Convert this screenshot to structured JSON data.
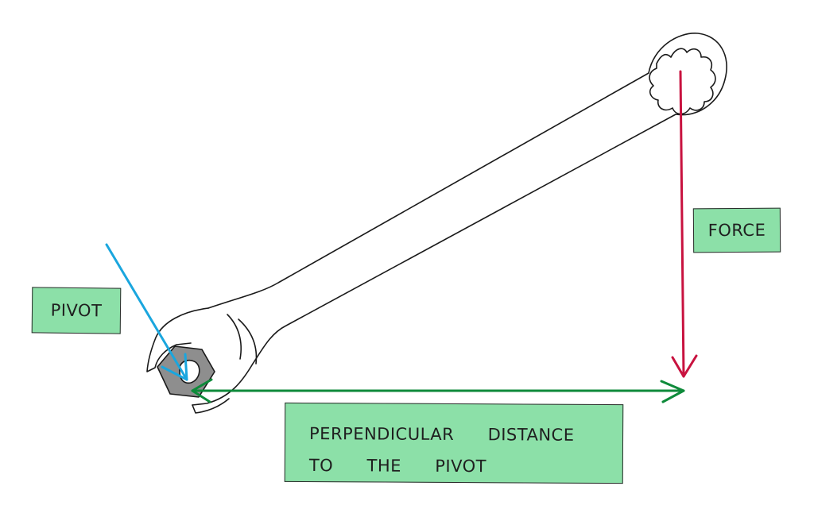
{
  "labels": {
    "pivot": "PIVOT",
    "force": "FORCE",
    "distance_line1": "PERPENDICULAR  DISTANCE",
    "distance_line2": "TO  THE  PIVOT"
  },
  "colors": {
    "label_fill": "#8ce0a8",
    "force_arrow": "#c8123f",
    "pivot_arrow": "#1aa6de",
    "distance_arrow": "#0e8a3a",
    "outline": "#1a1a1a",
    "nut_fill": "#8e8e8e"
  },
  "icons": {
    "spanner": "spanner-icon",
    "nut": "hex-nut-icon"
  }
}
